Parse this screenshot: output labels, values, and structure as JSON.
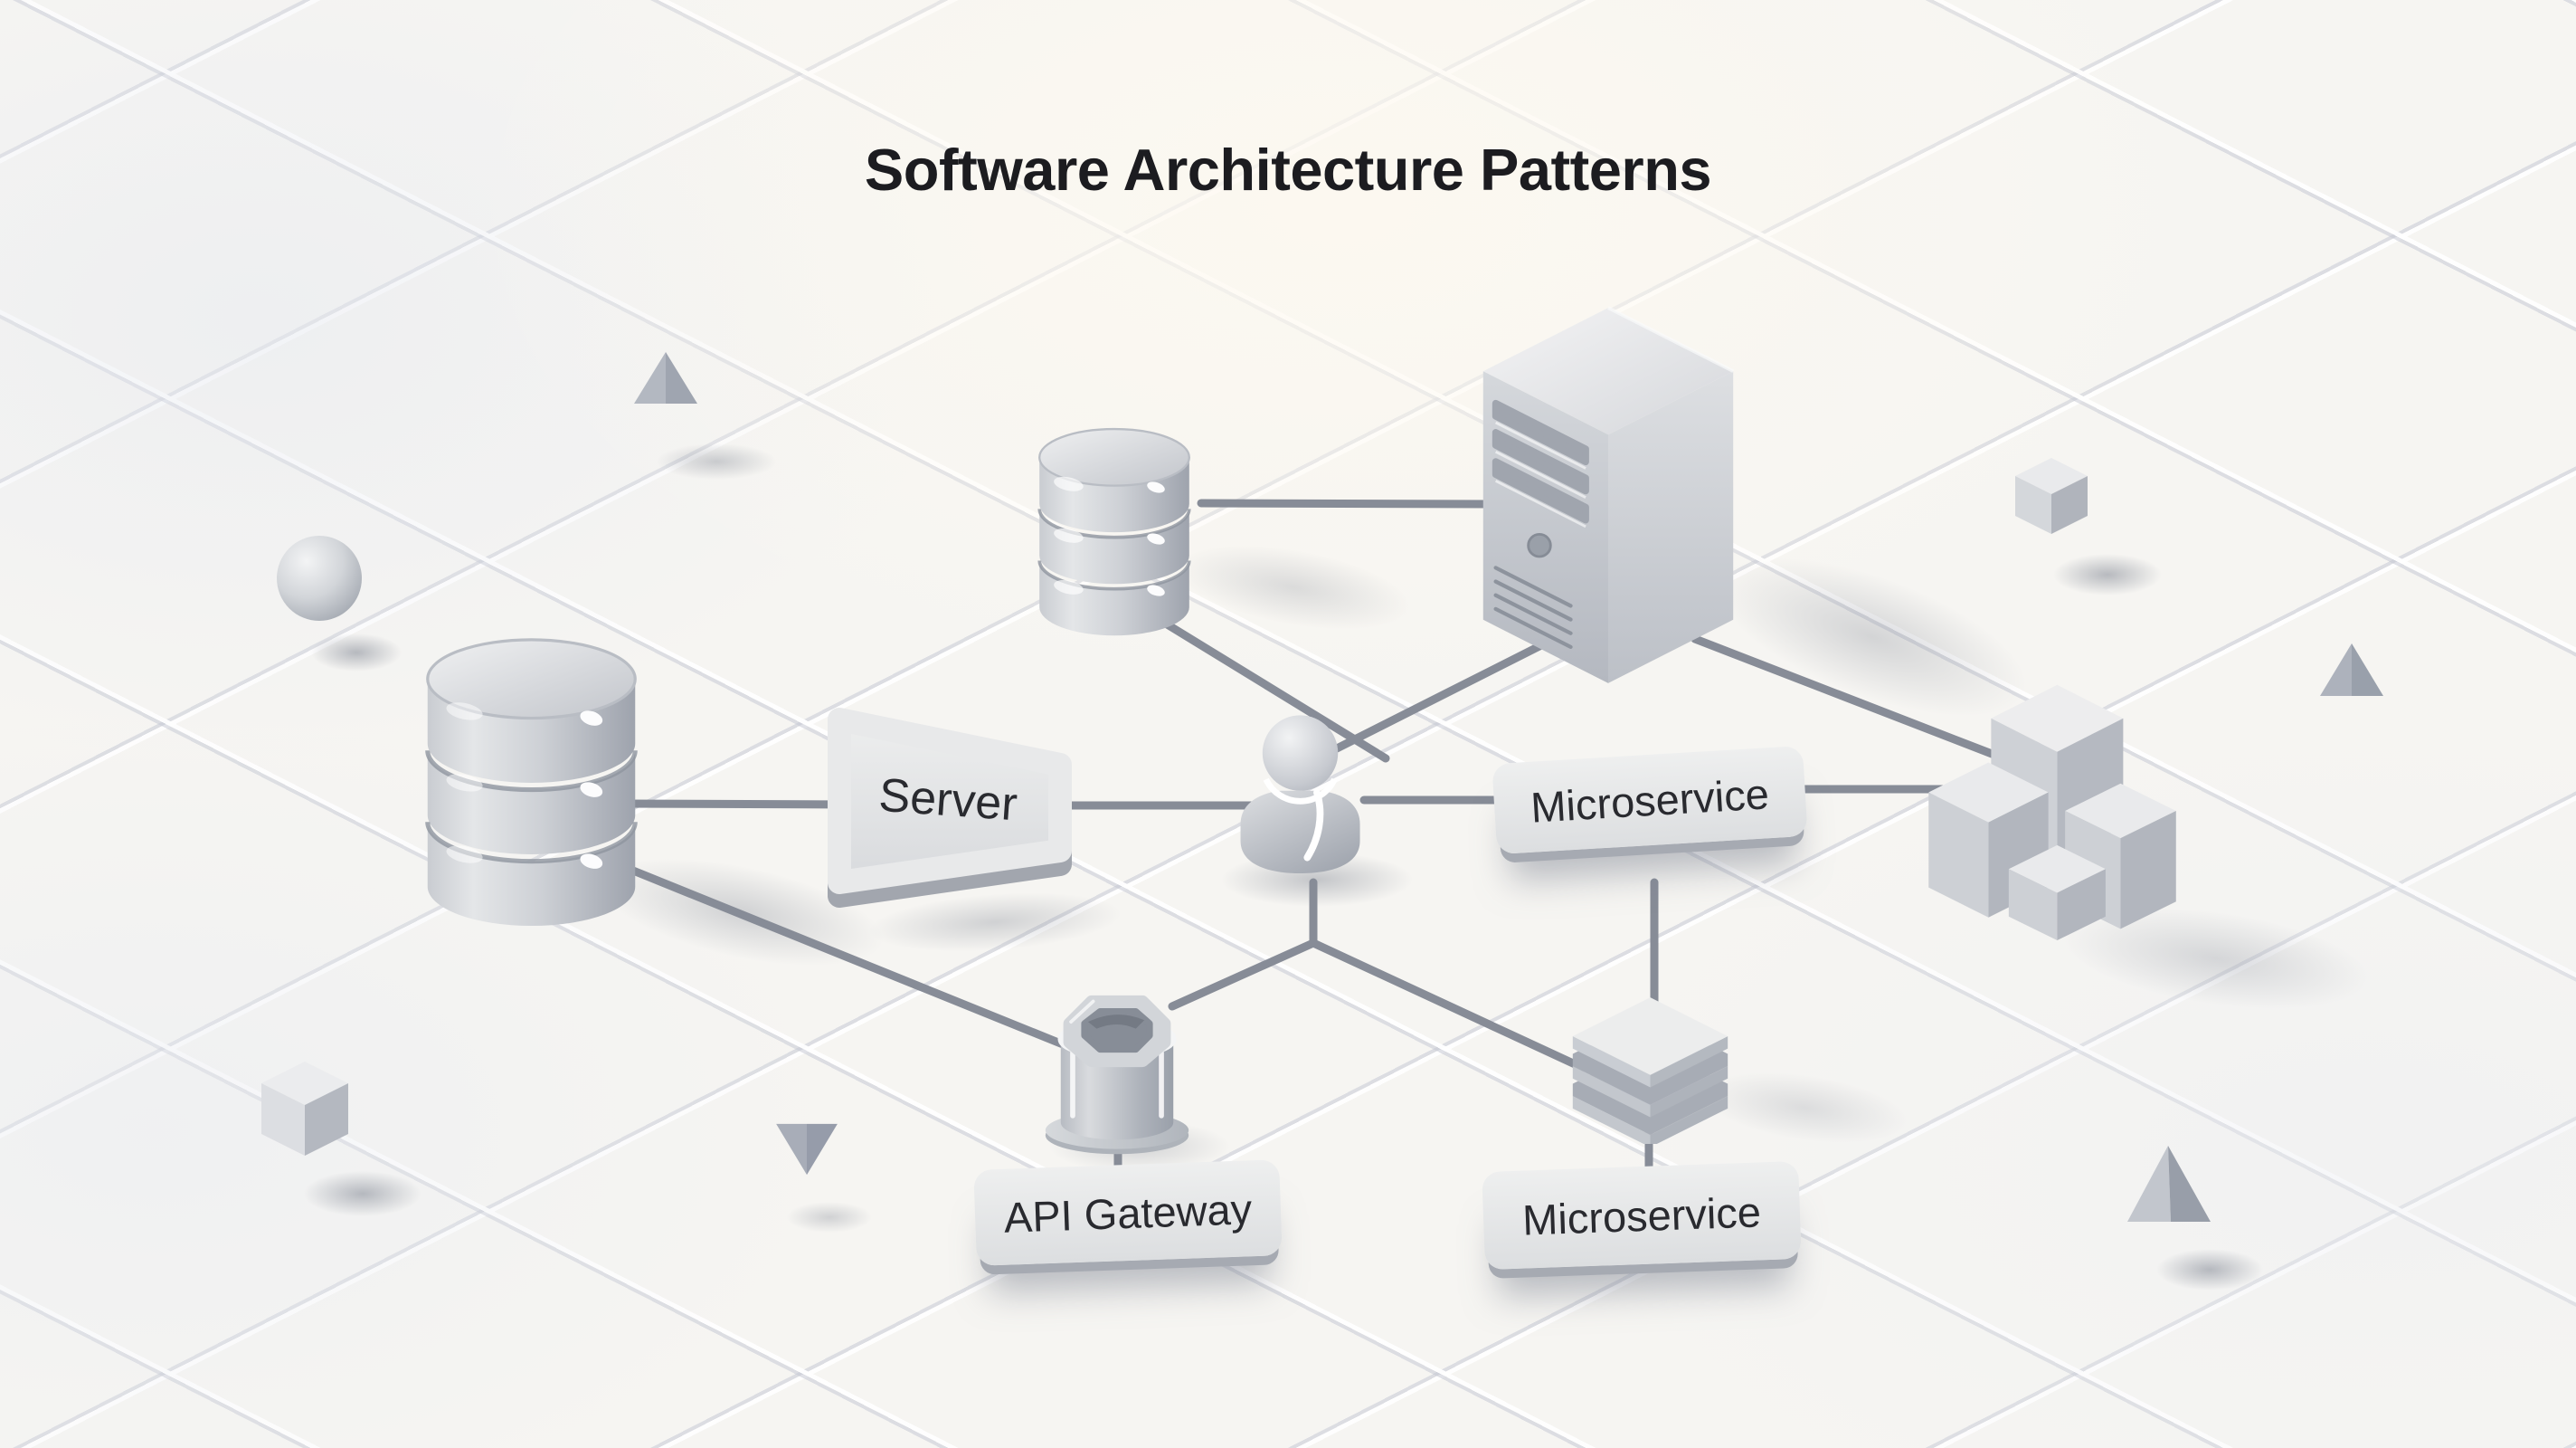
{
  "title": "Software Architecture Patterns",
  "labels": {
    "server": "Server",
    "microservice_right": "Microservice",
    "api_gateway": "API Gateway",
    "microservice_bottom": "Microservice"
  },
  "diagram": {
    "nodes": [
      "database-left",
      "database-top",
      "server-tower",
      "user",
      "server-plaque",
      "microservice-plaque-right",
      "api-gateway-container",
      "microservice-layer-stack",
      "cube-cluster"
    ],
    "connections": [
      "database-left — server-plaque",
      "server-plaque — user",
      "user — microservice-plaque-right",
      "microservice-plaque-right — cube-cluster",
      "database-top — server-tower",
      "database-top — user",
      "server-tower — user",
      "server-tower — cube-cluster",
      "user — api-gateway-container",
      "user — microservice-layer-stack",
      "microservice-plaque-right — microservice-layer-stack",
      "microservice-layer-stack — microservice-bottom-plaque",
      "api-gateway-container — api-gateway-plaque",
      "database-left — api-gateway-container"
    ],
    "decorations": [
      "sphere",
      "triangle-up",
      "triangle-down",
      "box",
      "small-cube",
      "triangle-right",
      "pyramid"
    ]
  },
  "colors": {
    "background": "#f6f5f2",
    "connector": "#878c97",
    "shape_light": "#e9eaec",
    "shape_mid": "#c6c9cf",
    "shape_dark": "#9aa0aa",
    "title_text": "#1c1c20",
    "label_text": "#292a2f"
  }
}
